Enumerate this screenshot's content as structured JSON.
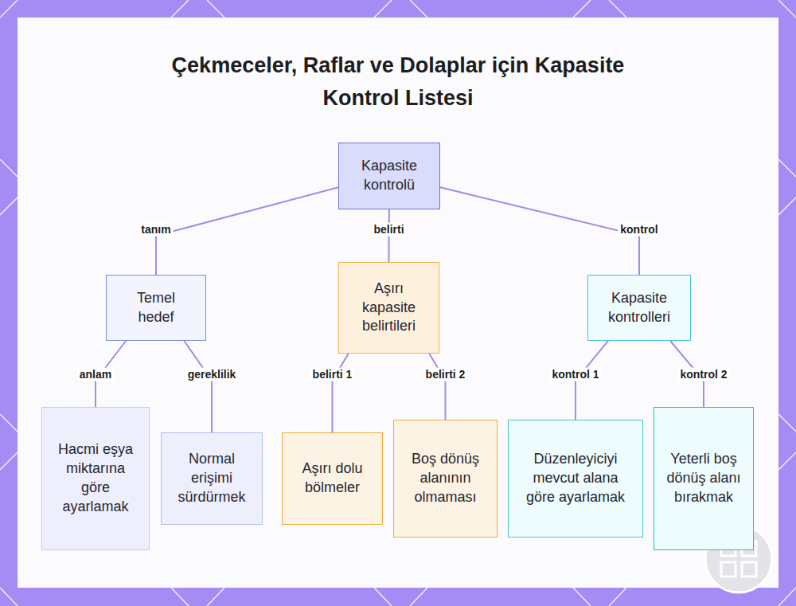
{
  "diagram": {
    "title": "Çekmeceler, Raflar ve Dolaplar için Kapasite Kontrol Listesi",
    "nodes": [
      {
        "text": [
          "Kapasite kontrolü"
        ]
      },
      {
        "text": [
          "Temel hedef"
        ]
      },
      {
        "text": [
          "Aşırı kapasite belirtileri"
        ]
      },
      {
        "text": [
          "Kapasite kontrolleri"
        ]
      },
      {
        "text": [
          "Hacmi eşya miktarına göre ayarlamak"
        ]
      },
      {
        "text": [
          "Normal erişimi sürdürmek"
        ]
      },
      {
        "text": [
          "Aşırı dolu bölmeler"
        ]
      },
      {
        "text": [
          "Boş dönüş alanının olmaması"
        ]
      },
      {
        "text": [
          "Düzenleyiciyi mevcut alana göre ayarlamak"
        ]
      },
      {
        "text": [
          "Yeterli boş dönüş alanı bırakmak"
        ]
      }
    ],
    "edges": [
      {
        "from": 0,
        "to": 1,
        "label": "tanım",
        "arrow": "none"
      },
      {
        "from": 0,
        "to": 2,
        "label": "belirti",
        "arrow": "none"
      },
      {
        "from": 0,
        "to": 3,
        "label": "kontrol",
        "arrow": "none"
      },
      {
        "from": 1,
        "to": 4,
        "label": "anlam",
        "arrow": "none"
      },
      {
        "from": 1,
        "to": 5,
        "label": "gereklilik",
        "arrow": "none"
      },
      {
        "from": 2,
        "to": 6,
        "label": "belirti 1",
        "arrow": "none"
      },
      {
        "from": 2,
        "to": 7,
        "label": "belirti 2",
        "arrow": "none"
      },
      {
        "from": 3,
        "to": 8,
        "label": "kontrol 1",
        "arrow": "none"
      },
      {
        "from": 3,
        "to": 9,
        "label": "kontrol 2",
        "arrow": "none"
      }
    ]
  }
}
